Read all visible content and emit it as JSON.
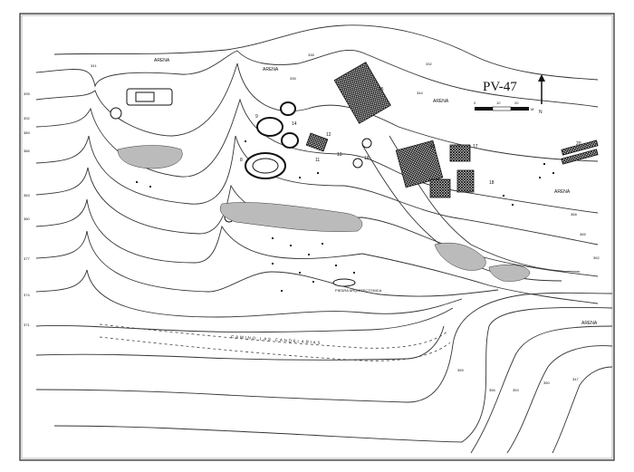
{
  "map": {
    "title": "PV-47",
    "north_label": "N",
    "scale": {
      "ticks": [
        "0",
        "10",
        "20"
      ],
      "unit": "M"
    },
    "area_labels": [
      {
        "text": "ARENA"
      },
      {
        "text": "ARENA"
      },
      {
        "text": "ARENA"
      },
      {
        "text": "ARENA"
      },
      {
        "text": "ARENA"
      }
    ],
    "road_label": "CAMINO LAS CANDELARIAS",
    "feature_label": "PIEDRA ARQUITECTONICA",
    "structure_numbers": [
      "15",
      "16",
      "17",
      "20",
      "14",
      "18",
      "11",
      "12",
      "13",
      "9",
      "8",
      "19"
    ],
    "contour_labels": [
      "395",
      "392",
      "389",
      "386",
      "383",
      "380",
      "377",
      "374",
      "371",
      "368",
      "365",
      "362",
      "359",
      "356",
      "353",
      "350",
      "347",
      "344",
      "341",
      "338",
      "335",
      "332"
    ]
  }
}
